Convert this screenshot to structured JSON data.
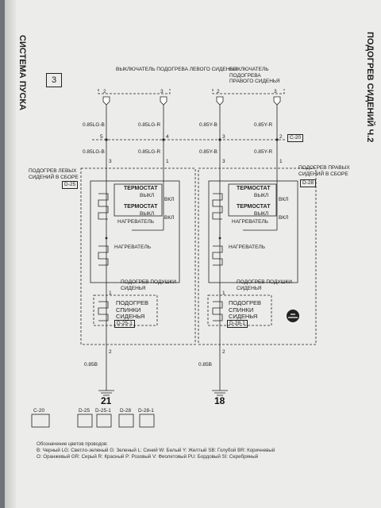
{
  "header": {
    "left_title": "СИСТЕМА ПУСКА",
    "right_title": "ПОДОГРЕВ СИДЕНИЙ Ч.2",
    "section_number": "3"
  },
  "switches": {
    "left": "ВЫКЛЮЧАТЕЛЬ ПОДОГРЕВА ЛЕВОГО СИДЕНЬЯ",
    "right": "ВЫКЛЮЧАТЕЛЬ ПОДОГРЕВА ПРАВОГО СИДЕНЬЯ"
  },
  "wires": {
    "w1": "0.85LG-B",
    "w2": "0.85LG-R",
    "w3": "0.85Y-B",
    "w4": "0.85Y-R",
    "gnd_left": "0.85B",
    "gnd_right": "0.85B"
  },
  "pins": {
    "lsw_a": "2",
    "lsw_b": "3",
    "rsw_a": "2",
    "rsw_b": "3",
    "j_5": "5",
    "j_4": "4",
    "j_3": "3",
    "j_2": "2",
    "seat_l_3": "3",
    "seat_l_1": "1",
    "seat_r_3": "3",
    "seat_r_1": "1",
    "back_l_1": "1",
    "back_l_2": "2",
    "back_r_1": "1",
    "back_r_2": "2"
  },
  "connector_c20": "C-20",
  "left_assy": {
    "title": "ПОДОГРЕВ ЛЕВЫХ СИДЕНИЙ В СБОРЕ",
    "code": "D-25"
  },
  "right_assy": {
    "title": "ПОДОГРЕВ ПРАВЫХ СИДЕНИЙ В СБОРЕ",
    "code": "D-28"
  },
  "thermostat": "ТЕРМОСТАТ",
  "off": "ВЫКЛ",
  "on": "ВКЛ",
  "heater": "НАГРЕВАТЕЛЬ",
  "cushion": "ПОДОГРЕВ ПОДУШКИ СИДЕНЬЯ",
  "backrest": "ПОДОГРЕВ СПИНКИ СИДЕНЬЯ",
  "backrest_code_left": "D-25-1",
  "backrest_code_right": "D-28-1",
  "ground_left": "21",
  "ground_right": "18",
  "connectors": [
    "C-20",
    "D-25",
    "D-25-1",
    "D-28",
    "D-28-1"
  ],
  "legend": {
    "title": "Обозначение цветов проводов:",
    "line1": "B: Черный LG: Светло-зеленый G: Зеленый L: Синий W: Белый Y: Желтый SB: Голубой BR: Коричневый",
    "line2": "O: Оранжевый GR: Серый R: Красный P: Розовый V: Фиолетовый PU: Бордовый SI: Серебряный"
  }
}
